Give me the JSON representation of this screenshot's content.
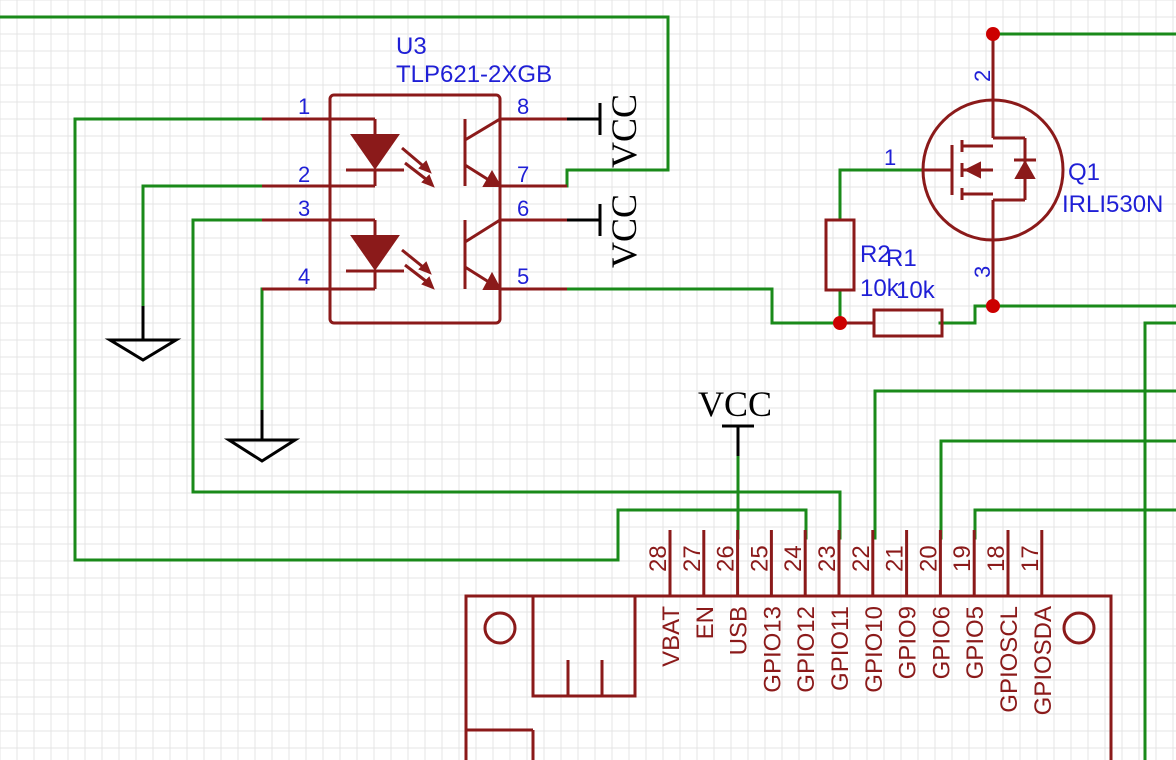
{
  "optocoupler": {
    "designator": "U3",
    "part": "TLP621-2XGB",
    "pins": [
      "1",
      "2",
      "3",
      "4",
      "5",
      "6",
      "7",
      "8"
    ]
  },
  "mosfet": {
    "designator": "Q1",
    "part": "IRLI530N",
    "pins": [
      "1",
      "2",
      "3"
    ]
  },
  "resistors": [
    {
      "designator": "R2",
      "value": "10k"
    },
    {
      "designator": "R1",
      "value": "10k"
    }
  ],
  "net_labels": {
    "vcc": "VCC"
  },
  "header": {
    "pin_numbers": [
      "28",
      "27",
      "26",
      "25",
      "24",
      "23",
      "22",
      "21",
      "20",
      "19",
      "18",
      "17"
    ],
    "pin_names": [
      "VBAT",
      "EN",
      "USB",
      "GPIO13",
      "GPIO12",
      "GPIO11",
      "GPIO10",
      "GPIO9",
      "GPIO6",
      "GPIO5",
      "GPIOSCL",
      "GPIOSDA"
    ]
  },
  "colors": {
    "wire": "#1a8a1a",
    "symbol": "#8b1a1a",
    "pin_number": "#1f1fd6",
    "junction": "#cc0000"
  }
}
